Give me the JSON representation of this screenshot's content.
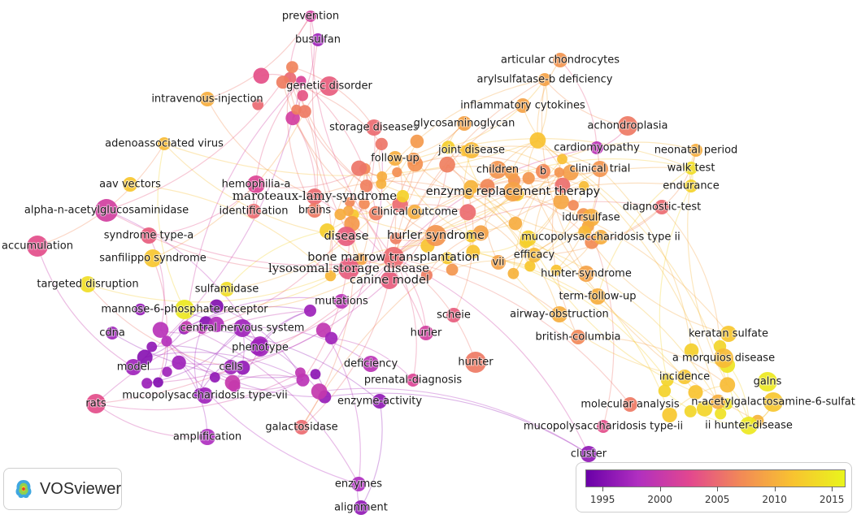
{
  "app": {
    "name": "VOSviewer"
  },
  "overlay_scale": {
    "ticks": [
      "1995",
      "2000",
      "2005",
      "2010",
      "2015"
    ],
    "min_year": 1993.5,
    "max_year": 2016.2,
    "colors": [
      "#6a00a8",
      "#b02fc0",
      "#e2478f",
      "#f28a56",
      "#f8c330",
      "#e9f51c"
    ]
  },
  "terms": [
    {
      "label": "prevention",
      "year": 2001
    },
    {
      "label": "busulfan",
      "year": 1997
    },
    {
      "label": "articular chondrocytes",
      "year": 2008
    },
    {
      "label": "arylsulfatase-b deficiency",
      "year": 2009
    },
    {
      "label": "genetic disorder",
      "year": 2004
    },
    {
      "label": "intravenous-injection",
      "year": 2010
    },
    {
      "label": "inflammatory cytokines",
      "year": 2009
    },
    {
      "label": "achondroplasia",
      "year": 2006
    },
    {
      "label": "storage diseases",
      "year": 2005
    },
    {
      "label": "glycosaminoglycan",
      "year": 2009
    },
    {
      "label": "adenoassociated virus",
      "year": 2011
    },
    {
      "label": "joint disease",
      "year": 2011
    },
    {
      "label": "cardiomyopathy",
      "year": 1999
    },
    {
      "label": "neonatal period",
      "year": 2010
    },
    {
      "label": "follow-up",
      "year": 2010
    },
    {
      "label": "walk test",
      "year": 2014
    },
    {
      "label": "children",
      "year": 2008
    },
    {
      "label": "b",
      "year": 2007
    },
    {
      "label": "clinical trial",
      "year": 2008
    },
    {
      "label": "aav vectors",
      "year": 2012
    },
    {
      "label": "hemophilia-a",
      "year": 2002
    },
    {
      "label": "endurance",
      "year": 2013
    },
    {
      "label": "maroteaux-lamy-syndrome",
      "year": 2005
    },
    {
      "label": "enzyme replacement therapy",
      "year": 2009
    },
    {
      "label": "alpha-n-acetylglucosaminidase",
      "year": 2001
    },
    {
      "label": "identification",
      "year": 2005
    },
    {
      "label": "brains",
      "year": 2006
    },
    {
      "label": "diagnostic-test",
      "year": 2005
    },
    {
      "label": "clinical outcome",
      "year": 2010
    },
    {
      "label": "idursulfase",
      "year": 2010
    },
    {
      "label": "syndrome type-a",
      "year": 2004
    },
    {
      "label": "accumulation",
      "year": 2003
    },
    {
      "label": "disease",
      "year": 2004
    },
    {
      "label": "hurler syndrome",
      "year": 2008
    },
    {
      "label": "mucopolysaccharidosis type ii",
      "year": 2010
    },
    {
      "label": "sanfilippo syndrome",
      "year": 2012
    },
    {
      "label": "bone marrow transplantation",
      "year": 2005
    },
    {
      "label": "efficacy",
      "year": 2011
    },
    {
      "label": "vii",
      "year": 2009
    },
    {
      "label": "lysosomal storage disease",
      "year": 2004
    },
    {
      "label": "hunter-syndrome",
      "year": 2009
    },
    {
      "label": "targeted disruption",
      "year": 2014
    },
    {
      "label": "canine model",
      "year": 2004
    },
    {
      "label": "sulfamidase",
      "year": 2014
    },
    {
      "label": "term-follow-up",
      "year": 2010
    },
    {
      "label": "mannose-6-phosphate receptor",
      "year": 2015
    },
    {
      "label": "mutations",
      "year": 1999
    },
    {
      "label": "scheie",
      "year": 2004
    },
    {
      "label": "airway-obstruction",
      "year": 2010
    },
    {
      "label": "cdna",
      "year": 1997
    },
    {
      "label": "central nervous system",
      "year": 1997
    },
    {
      "label": "hurler",
      "year": 2001
    },
    {
      "label": "british-columbia",
      "year": 2007
    },
    {
      "label": "keratan sulfate",
      "year": 2012
    },
    {
      "label": "phenotype",
      "year": 1997
    },
    {
      "label": "a morquios disease",
      "year": 2011
    },
    {
      "label": "deficiency",
      "year": 1999
    },
    {
      "label": "hunter",
      "year": 2006
    },
    {
      "label": "model",
      "year": 1997
    },
    {
      "label": "cells",
      "year": 1997
    },
    {
      "label": "prenatal-diagnosis",
      "year": 2002
    },
    {
      "label": "incidence",
      "year": 2012
    },
    {
      "label": "galns",
      "year": 2015
    },
    {
      "label": "rats",
      "year": 2003
    },
    {
      "label": "mucopolysaccharidosis type-vii",
      "year": 1997
    },
    {
      "label": "enzyme-activity",
      "year": 1996
    },
    {
      "label": "molecular analysis",
      "year": 2006
    },
    {
      "label": "n-acetylgalactosamine-6-sulfat",
      "year": 2012
    },
    {
      "label": "amplification",
      "year": 1998
    },
    {
      "label": "galactosidase",
      "year": 2005
    },
    {
      "label": "mucopolysaccharidosis type-ii",
      "year": 2003
    },
    {
      "label": "ii hunter-disease",
      "year": 2015
    },
    {
      "label": "cluster",
      "year": 1996
    },
    {
      "label": "enzymes",
      "year": 1998
    },
    {
      "label": "alignment",
      "year": 1996
    }
  ]
}
